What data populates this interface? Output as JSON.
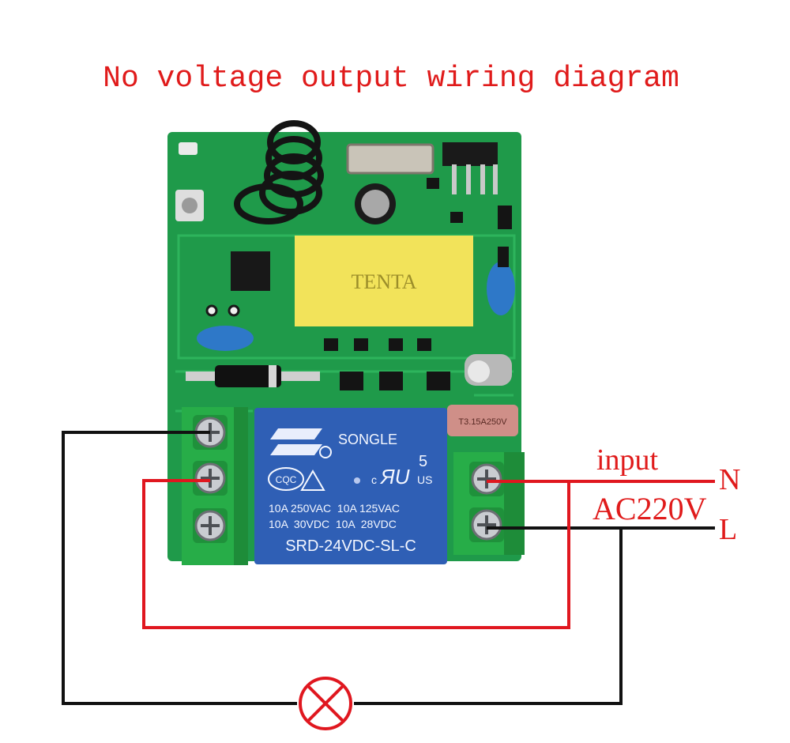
{
  "title": "No voltage output wiring diagram",
  "input_label": "input",
  "voltage_label": "AC220V",
  "terminal_n": "N",
  "terminal_l": "L",
  "relay": {
    "brand": "SONGLE",
    "certs_left": "CQC",
    "pin_count": "5",
    "region": "US",
    "rating_1": "10A 250VAC  10A 125VAC",
    "rating_2": "10A  30VDC  10A  28VDC",
    "model": "SRD-24VDC-SL-C"
  },
  "capacitor_label": "TENTA",
  "fuse_label": "T3.15A250V",
  "colors": {
    "title": "#e01b1b",
    "live_wire": "#e0171f",
    "neutral_wire": "#111111",
    "pcb": "#1f9a4a",
    "relay": "#2f5fb5",
    "terminal": "#29b34a",
    "capacitor": "#f2e35a"
  }
}
